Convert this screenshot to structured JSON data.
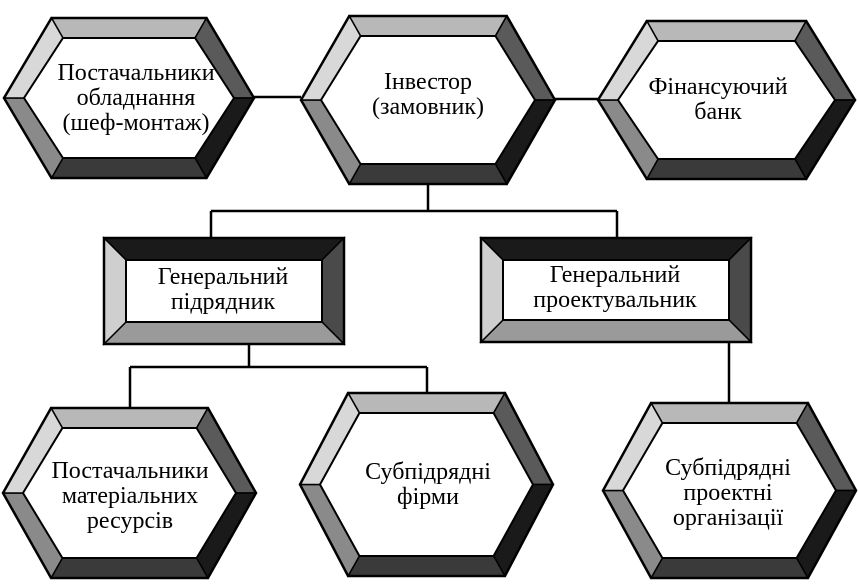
{
  "diagram": {
    "nodes": [
      {
        "id": "equipment-suppliers",
        "shape": "hexagon",
        "label": "Постачальники\nобладнання\n(шеф-монтаж)"
      },
      {
        "id": "investor",
        "shape": "hexagon",
        "label": "Інвестор\n(замовник)"
      },
      {
        "id": "financing-bank",
        "shape": "hexagon",
        "label": "Фінансуючий\nбанк"
      },
      {
        "id": "general-contractor",
        "shape": "rectangle",
        "label": "Генеральний\nпідрядник"
      },
      {
        "id": "general-designer",
        "shape": "rectangle",
        "label": "Генеральний\nпроектувальник"
      },
      {
        "id": "material-suppliers",
        "shape": "hexagon",
        "label": "Постачальники\nматеріальних\nресурсів"
      },
      {
        "id": "subcontractors",
        "shape": "hexagon",
        "label": "Субпідрядні\nфірми"
      },
      {
        "id": "design-subcontractors",
        "shape": "hexagon",
        "label": "Субпідрядні\nпроектні\nорганізації"
      }
    ],
    "edges": [
      {
        "from": "investor",
        "to": "equipment-suppliers"
      },
      {
        "from": "investor",
        "to": "financing-bank"
      },
      {
        "from": "investor",
        "to": "general-contractor"
      },
      {
        "from": "investor",
        "to": "general-designer"
      },
      {
        "from": "general-contractor",
        "to": "material-suppliers"
      },
      {
        "from": "general-contractor",
        "to": "subcontractors"
      },
      {
        "from": "general-designer",
        "to": "design-subcontractors"
      }
    ]
  }
}
